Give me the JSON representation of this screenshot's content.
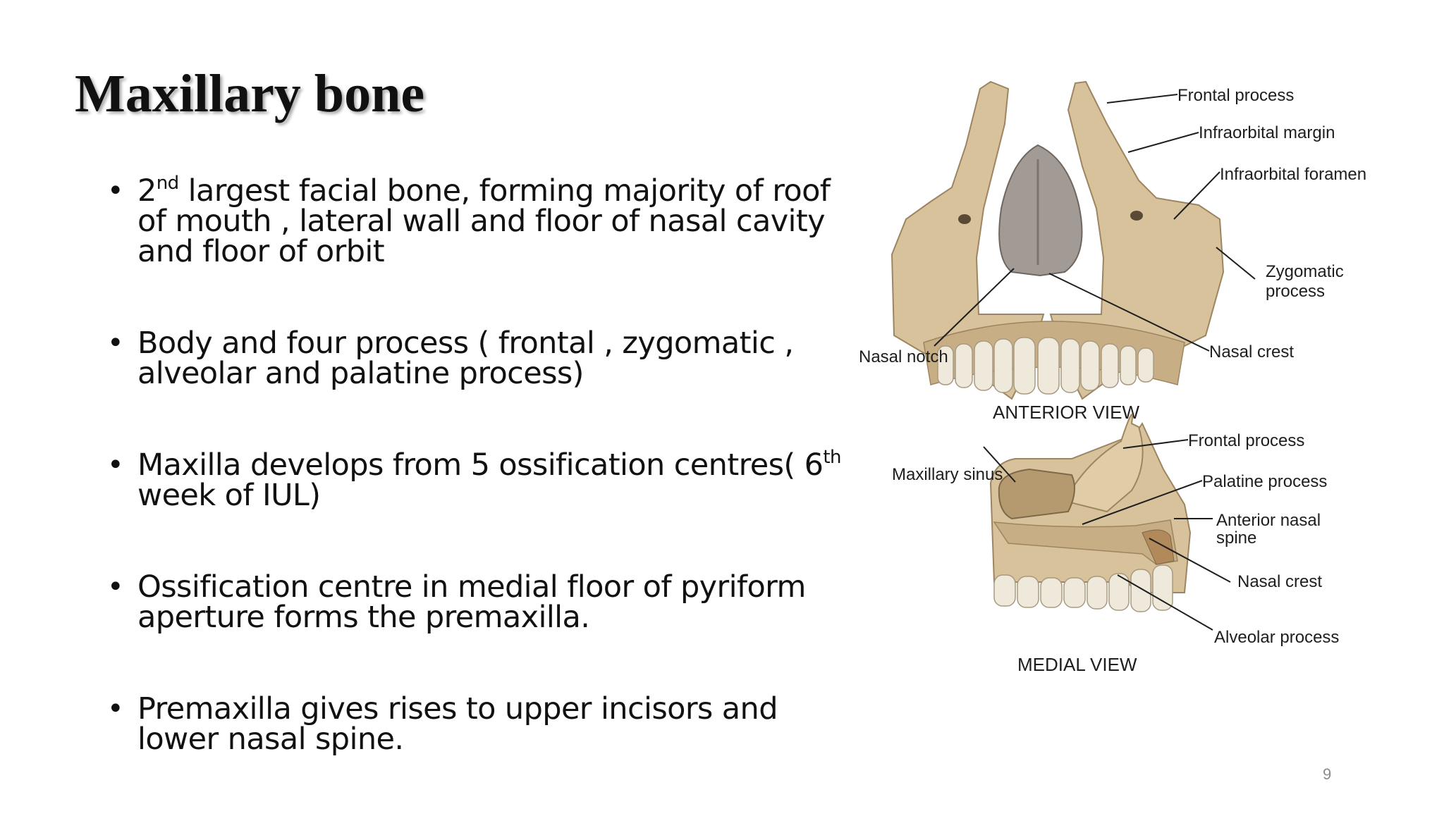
{
  "slide": {
    "title": "Maxillary bone",
    "page_number": "9"
  },
  "bullets": [
    {
      "pre": "2",
      "sup": "nd",
      "post": " largest facial bone, forming majority of roof of mouth , lateral wall and floor of nasal cavity and floor of orbit"
    },
    {
      "pre": "Body and four process ( frontal , zygomatic , alveolar and palatine process)",
      "sup": "",
      "post": ""
    },
    {
      "pre": "Maxilla develops from 5 ossification centres( 6",
      "sup": "th",
      "post": " week of IUL)"
    },
    {
      "pre": "Ossification centre in medial floor of pyriform aperture forms the premaxilla.",
      "sup": "",
      "post": ""
    },
    {
      "pre": "Premaxilla gives rises to upper incisors and lower nasal spine.",
      "sup": "",
      "post": ""
    }
  ],
  "figure": {
    "anterior": {
      "view_label": "ANTERIOR VIEW",
      "labels": {
        "frontal_process": "Frontal process",
        "infraorbital_margin": "Infraorbital margin",
        "infraorbital_foramen": "Infraorbital foramen",
        "zygomatic_process_1": "Zygomatic",
        "zygomatic_process_2": "process",
        "nasal_crest": "Nasal crest",
        "nasal_notch": "Nasal notch"
      }
    },
    "medial": {
      "view_label": "MEDIAL VIEW",
      "labels": {
        "frontal_process": "Frontal process",
        "maxillary_sinus": "Maxillary sinus",
        "palatine_process": "Palatine process",
        "anterior_nasal_spine_1": "Anterior nasal",
        "anterior_nasal_spine_2": "spine",
        "nasal_crest": "Nasal crest",
        "alveolar_process": "Alveolar process"
      }
    },
    "colors": {
      "bone": "#d8c29c",
      "bone_shade": "#b89c70",
      "nasal_cavity": "#a29a94",
      "teeth": "#efe9dc",
      "leader": "#1e1e1e"
    }
  }
}
